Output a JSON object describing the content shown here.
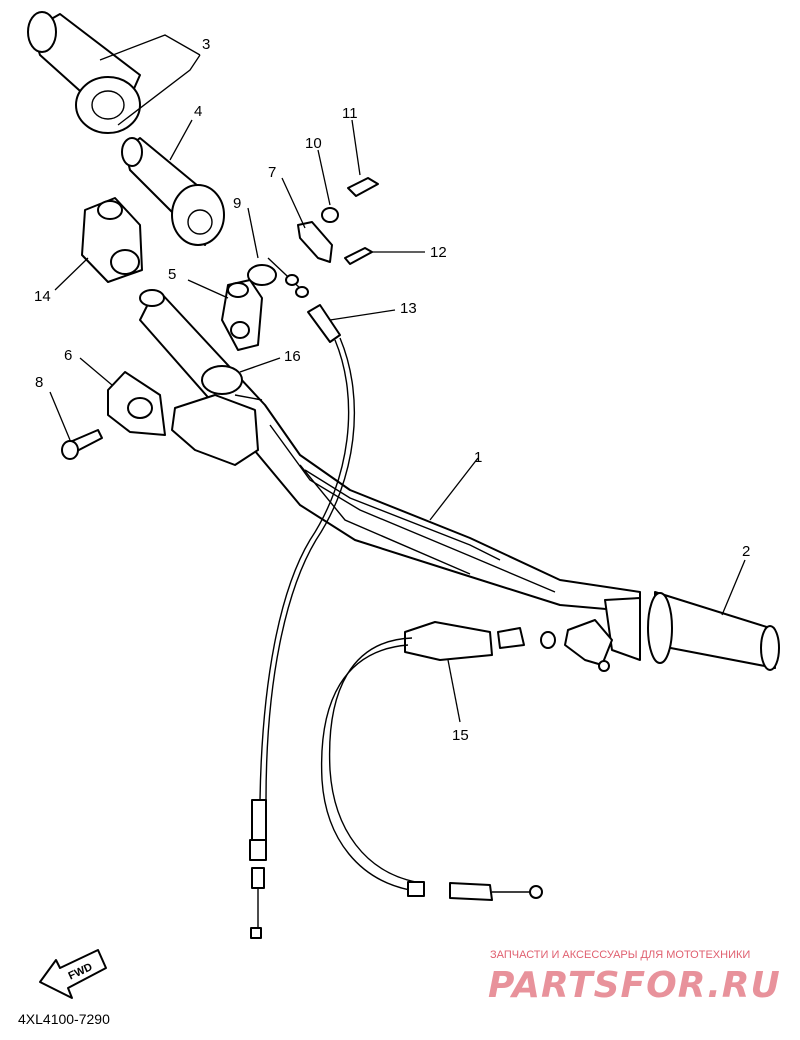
{
  "diagram": {
    "part_code": "4XL4100-7290",
    "forward_label": "FWD",
    "callouts": [
      {
        "id": "1",
        "label": "1"
      },
      {
        "id": "2",
        "label": "2"
      },
      {
        "id": "3",
        "label": "3"
      },
      {
        "id": "4",
        "label": "4"
      },
      {
        "id": "5",
        "label": "5"
      },
      {
        "id": "6",
        "label": "6"
      },
      {
        "id": "7",
        "label": "7"
      },
      {
        "id": "8",
        "label": "8"
      },
      {
        "id": "9",
        "label": "9"
      },
      {
        "id": "10",
        "label": "10"
      },
      {
        "id": "11",
        "label": "11"
      },
      {
        "id": "12",
        "label": "12"
      },
      {
        "id": "13",
        "label": "13"
      },
      {
        "id": "14",
        "label": "14"
      },
      {
        "id": "15",
        "label": "15"
      },
      {
        "id": "16",
        "label": "16"
      }
    ]
  },
  "watermark": {
    "tagline": "ЗАПЧАСТИ И АКСЕССУАРЫ ДЛЯ МОТОТЕХНИКИ",
    "brand": "PARTSFOR.RU",
    "color": "#e8929b"
  }
}
